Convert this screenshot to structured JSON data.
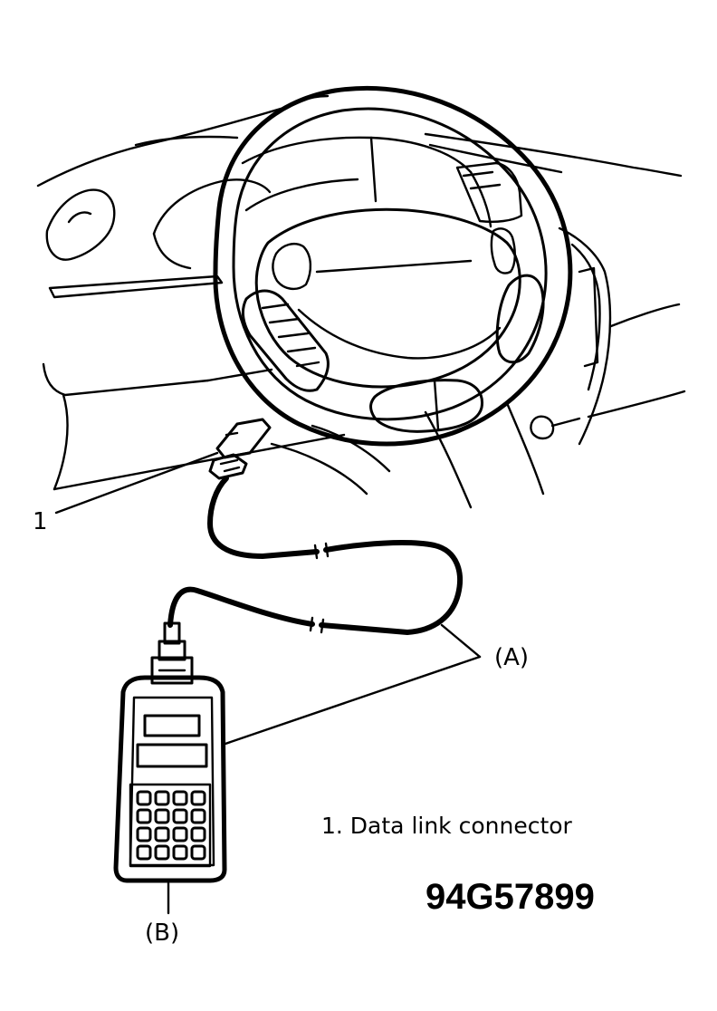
{
  "diagram": {
    "callouts": {
      "item_1": "1",
      "item_a": "(A)",
      "item_b": "(B)"
    },
    "legend": {
      "entry_1": "1. Data link connector"
    },
    "figure_number": "94G57899"
  }
}
